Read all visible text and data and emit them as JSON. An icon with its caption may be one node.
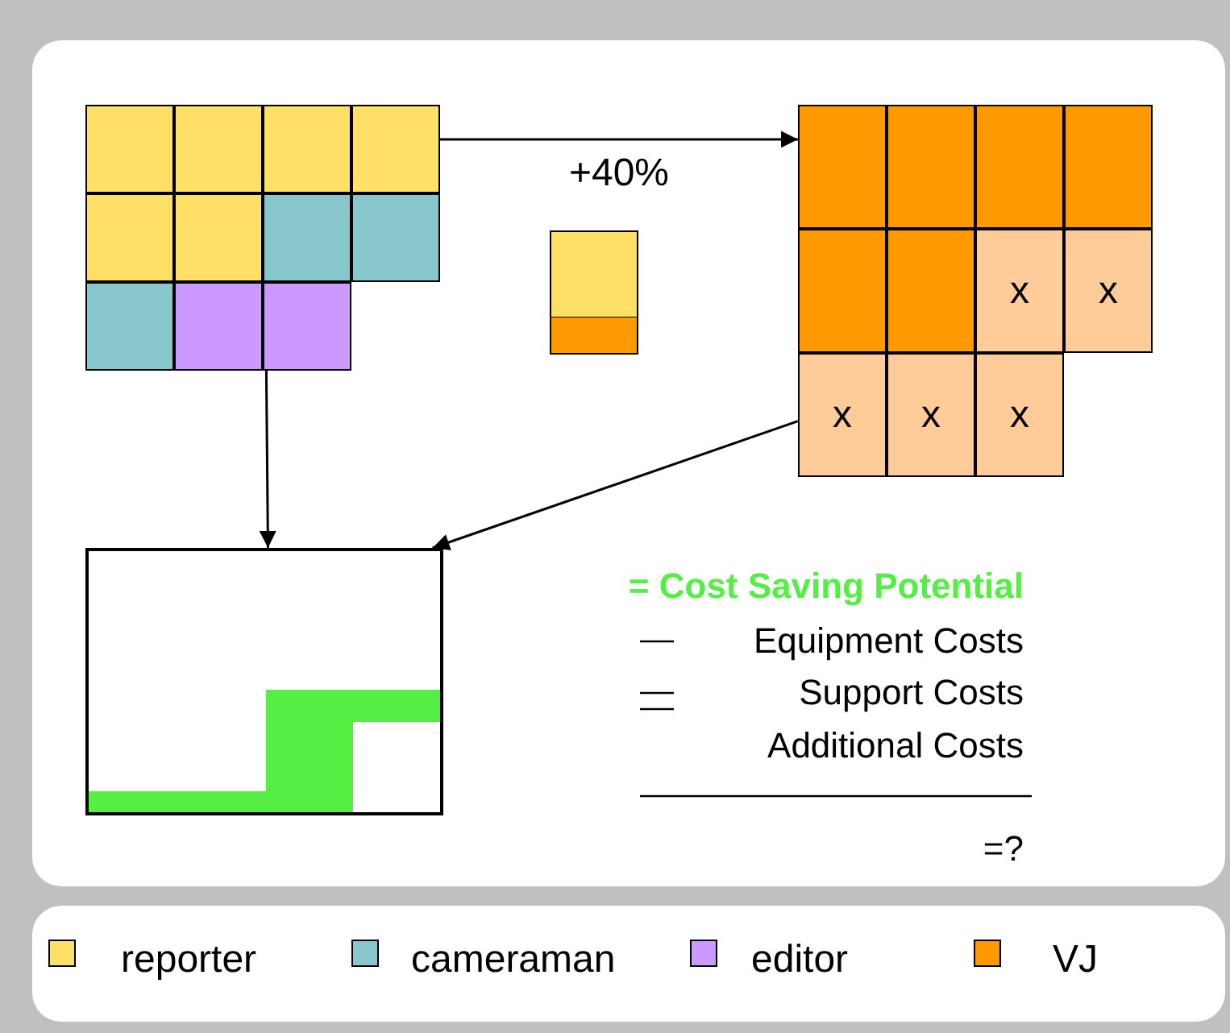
{
  "diagram": {
    "nodes": [
      {
        "text": [],
        "shape": "box"
      },
      {
        "text": [],
        "shape": "bar"
      },
      {
        "text": [],
        "shape": "box"
      },
      {
        "text": [],
        "shape": "box"
      }
    ],
    "edges": [
      {
        "from": 0,
        "to": 2,
        "arrow": "to",
        "label": "+40%"
      },
      {
        "from": 0,
        "to": 3,
        "arrow": "to"
      },
      {
        "from": 2,
        "to": 3,
        "arrow": "to"
      }
    ],
    "labels": [
      "x",
      "x",
      "x",
      "x",
      "x",
      "= Cost Saving Potential",
      "Equipment Costs",
      "Support Costs",
      "Additional Costs",
      "=?"
    ],
    "legend": [
      {
        "text": "reporter",
        "color": "#ffe066"
      },
      {
        "text": "cameraman",
        "color": "#88c8cc"
      },
      {
        "text": "editor",
        "color": "#cc99ff"
      },
      {
        "text": "VJ",
        "color": "#ff9900"
      }
    ]
  }
}
